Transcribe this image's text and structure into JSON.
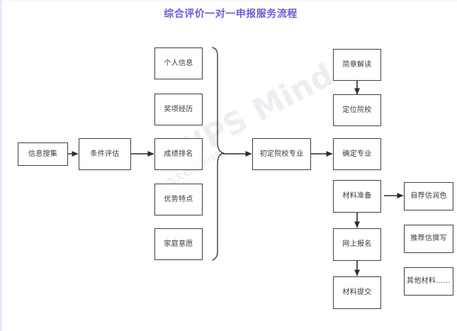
{
  "title": "综合评价一对一申报服务流程",
  "theme": {
    "title_color": "#6b5fd0",
    "node_border": "#3f3f46",
    "node_text": "#3a3a3a",
    "canvas_background": "#ffffff",
    "edge_color": "#2b2b2b"
  },
  "watermark": {
    "primary": "WPS Mind",
    "secondary": "为文档提供作图"
  },
  "nodes": {
    "info_gather": "信息搜集",
    "condition_eval": "条件评估",
    "personal_info": "个人信息",
    "award_history": "奖项经历",
    "score_rank": "成绩排名",
    "advantage": "优势特点",
    "family_will": "家庭意愿",
    "prelim_major": "初定院校专业",
    "brochure_read": "简章解读",
    "locate_school": "定位院校",
    "confirm_major": "确定专业",
    "material_prep": "材料准备",
    "online_apply": "网上报名",
    "material_submit": "材料提交",
    "self_letter": "自荐信润色",
    "recommend_letter": "推荐信撰写",
    "other_material": "其他材料......"
  },
  "edges": [
    {
      "from": "信息搜集",
      "to": "条件评估",
      "type": "arrow-right"
    },
    {
      "from": "条件评估",
      "to": "成绩排名",
      "type": "arrow-right"
    },
    {
      "from": "评估项集合",
      "to": "初定院校专业",
      "type": "brace-arrow-right"
    },
    {
      "from": "初定院校专业",
      "to": "确定专业",
      "type": "arrow-right"
    },
    {
      "from": "简章解读",
      "to": "定位院校",
      "type": "arrow-down"
    },
    {
      "from": "材料准备",
      "to": "自荐信润色",
      "type": "arrow-right"
    },
    {
      "from": "材料准备",
      "to": "网上报名",
      "type": "arrow-down"
    },
    {
      "from": "网上报名",
      "to": "材料提交",
      "type": "arrow-down"
    }
  ]
}
